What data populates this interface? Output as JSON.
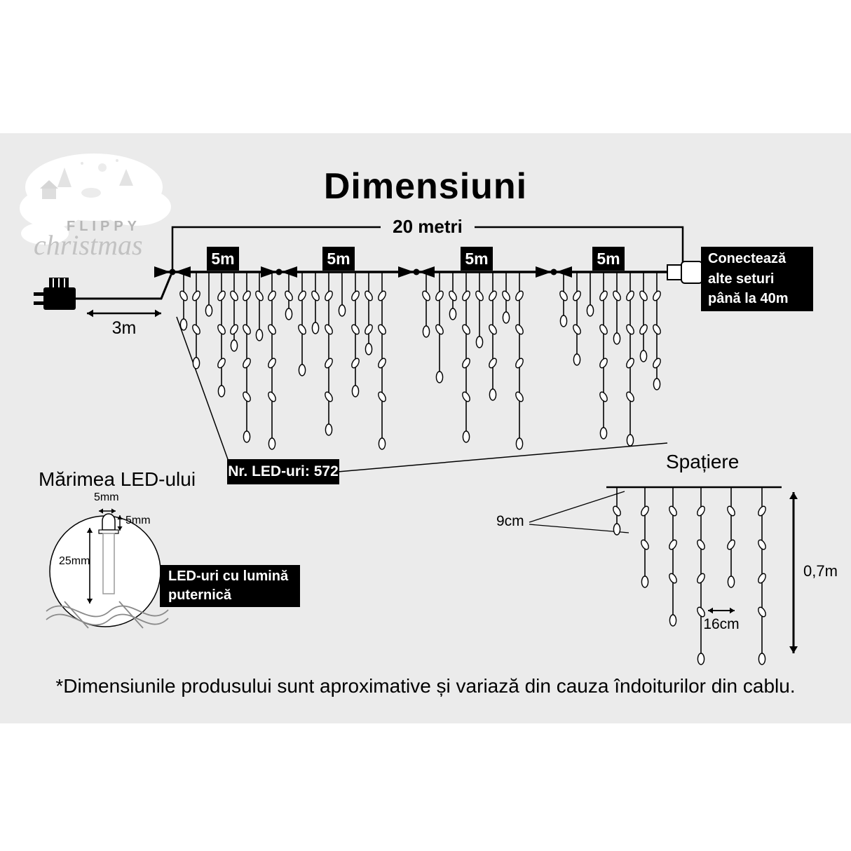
{
  "page": {
    "title": "Dimensiuni",
    "disclaimer": "*Dimensiunile produsului sunt aproximative și variază din cauza îndoiturilor din cablu."
  },
  "logo": {
    "brand_top": "FLIPPY",
    "brand_bottom": "christmas"
  },
  "string_diagram": {
    "total_length_label": "20 metri",
    "lead_length_label": "3m",
    "section_labels": [
      "5m",
      "5m",
      "5m",
      "5m"
    ],
    "connector_note": "Conectează\nalte seturi\npână la 40m",
    "led_count_label": "Nr. LED-uri: 572"
  },
  "spacing_diagram": {
    "heading": "Spațiere",
    "drop_spacing_label": "9cm",
    "horizontal_spacing_label": "16cm",
    "drop_height_label": "0,7m"
  },
  "led_size_diagram": {
    "heading": "Mărimea LED-ului",
    "width_label": "5mm",
    "tip_label": "5mm",
    "height_label": "25mm",
    "note": "LED-uri cu lumină\nputernică"
  },
  "colors": {
    "badge_bg": "#000000",
    "band_bg": "#ebebeb",
    "text": "#000000",
    "logo_text": "#b6b6b6"
  }
}
